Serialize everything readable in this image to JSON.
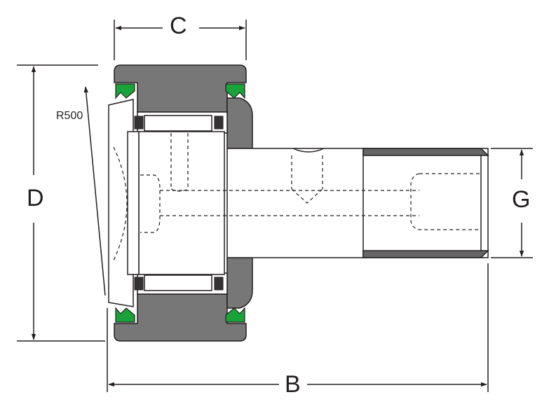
{
  "dimensions": {
    "c": "C",
    "d": "D",
    "g": "G",
    "b": "B",
    "radius": "R500"
  },
  "colors": {
    "outer_ring": "#777777",
    "seal": "#1aa33a",
    "outline": "#231f20",
    "threads": "#666666"
  }
}
